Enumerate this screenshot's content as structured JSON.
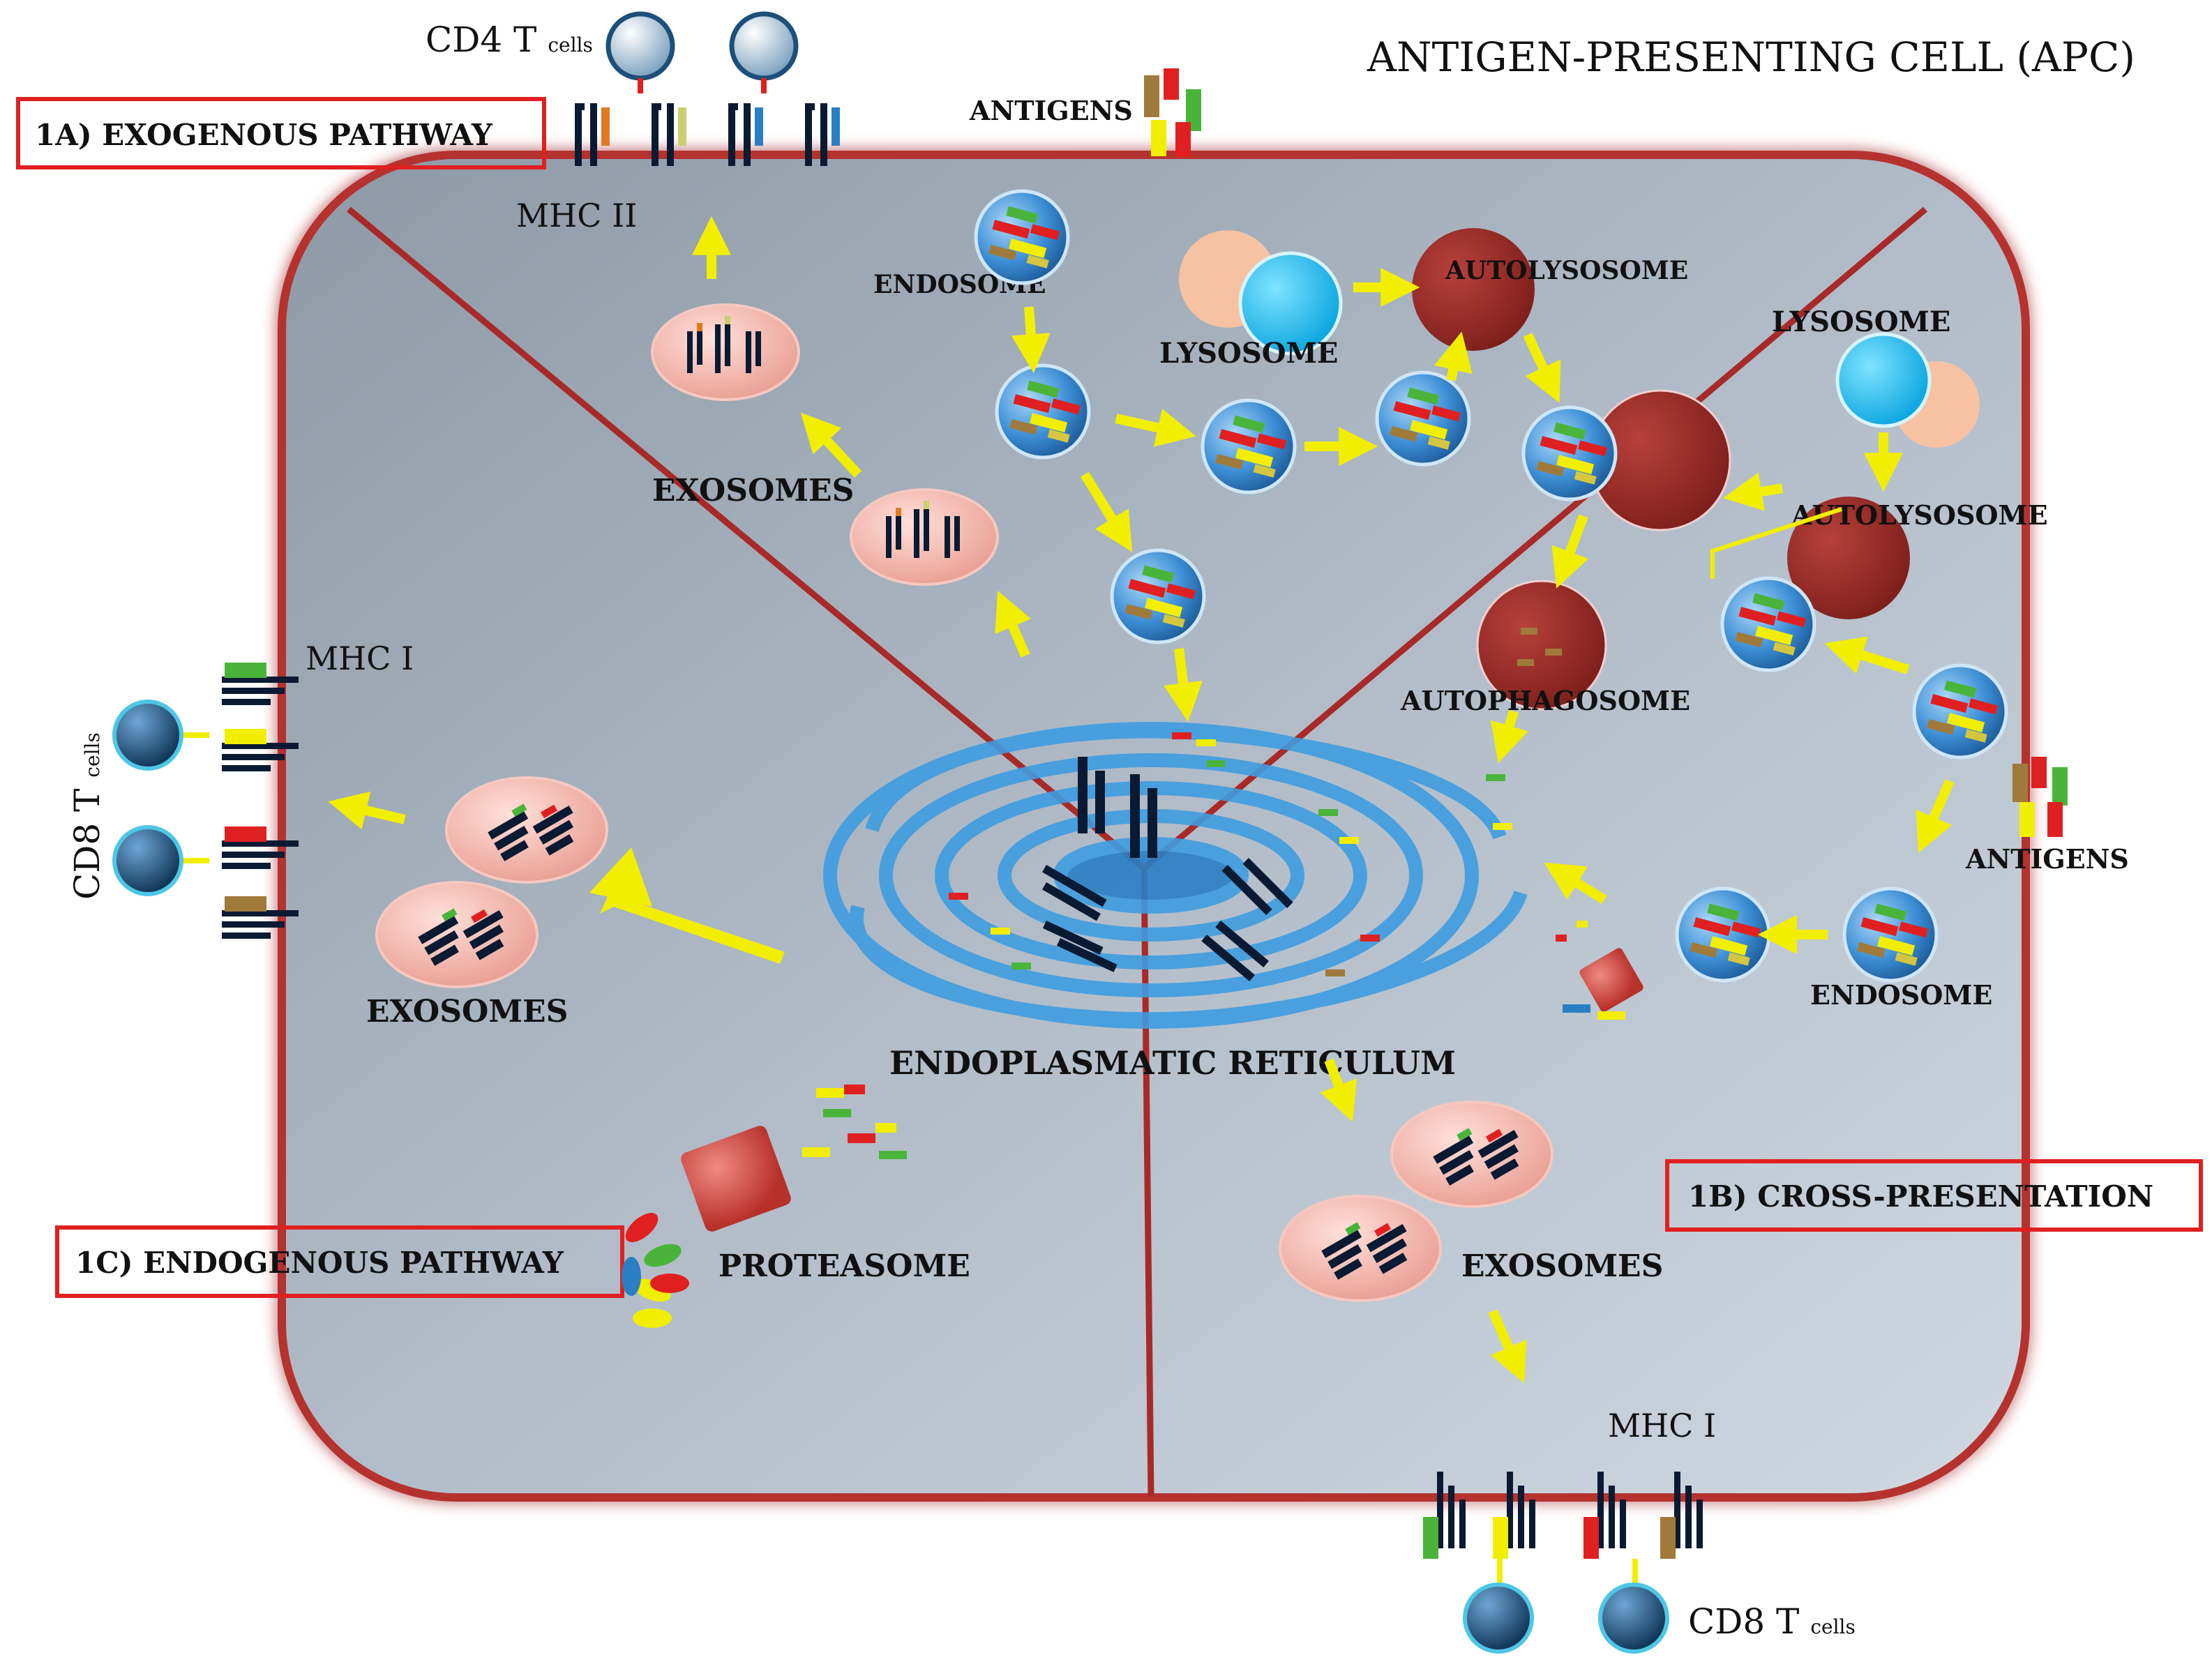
{
  "title": "ANTIGEN-PRESENTING CELL (APC)",
  "pathways": {
    "exogenous": "1A) EXOGENOUS PATHWAY",
    "cross_presentation": "1B) CROSS-PRESENTATION",
    "endogenous": "1C) ENDOGENOUS PATHWAY"
  },
  "cells": {
    "cd4_prefix": "CD4 T",
    "cd4_suffix": "cells",
    "cd8_left_prefix": "CD8 T",
    "cd8_left_suffix": "cells",
    "cd8_bottom_prefix": "CD8 T",
    "cd8_bottom_suffix": "cells"
  },
  "labels": {
    "mhc_ii": "MHC II",
    "mhc_i_left": "MHC I",
    "mhc_i_bottom": "MHC I",
    "antigens_top": "ANTIGENS",
    "antigens_right": "ANTIGENS",
    "endosome_top": "ENDOSOME",
    "endosome_right": "ENDOSOME",
    "lysosome_top": "LYSOSOME",
    "lysosome_right": "LYSOSOME",
    "autolysosome_top": "AUTOLYSOSOME",
    "autolysosome_right": "AUTOLYSOSOME",
    "autophagosome": "AUTOPHAGOSOME",
    "exosomes_top": "EXOSOMES",
    "exosomes_left": "EXOSOMES",
    "exosomes_bottom": "EXOSOMES",
    "er": "ENDOPLASMATIC RETICULUM",
    "proteasome": "PROTEASOME"
  },
  "colors": {
    "cell_fill": "#aab6c2",
    "cell_border": "#b5302e",
    "arrow": "#f2ee00",
    "box_border": "#e02020",
    "vesicle": "#3d8fd6",
    "lysosome": "#14b8f0",
    "autolysosome": "#9a2a26",
    "exosome": "#f4b8b0",
    "tcell": "#1e4f7a"
  }
}
